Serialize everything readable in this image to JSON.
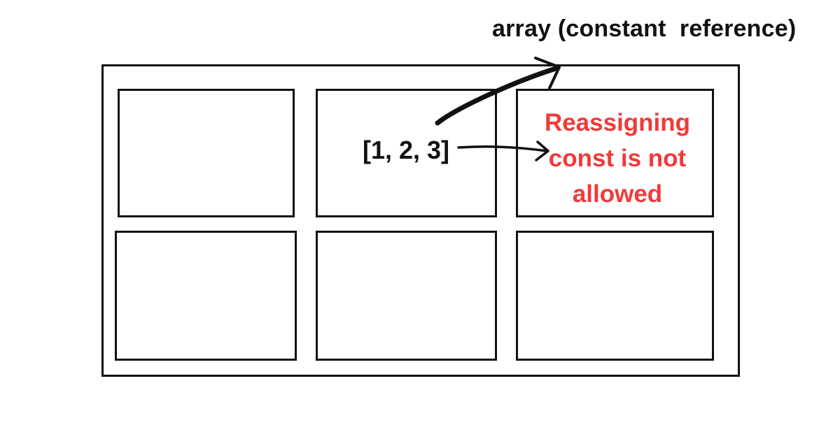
{
  "diagram": {
    "title": "array (constant  reference)",
    "array_value": "[1, 2, 3]",
    "error_lines": [
      "Reassigning",
      "const is not",
      "allowed"
    ],
    "colors": {
      "stroke": "#111111",
      "error_text": "#f03a3a",
      "background": "#ffffff"
    }
  }
}
